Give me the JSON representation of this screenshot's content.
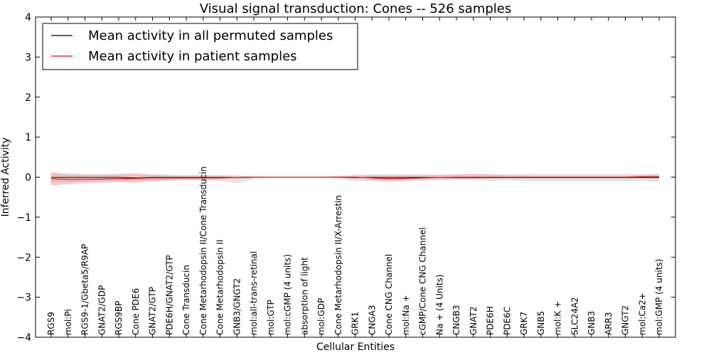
{
  "chart_data": {
    "type": "line",
    "title": "Visual signal transduction: Cones -- 526 samples",
    "xlabel": "Cellular Entities",
    "ylabel": "Inferred Activity",
    "ylim": [
      -4,
      4
    ],
    "yticks": [
      -4,
      -3,
      -2,
      -1,
      0,
      1,
      2,
      3,
      4
    ],
    "grid": false,
    "legend": "top-left",
    "categories": [
      "RGS9",
      "mol:Pi",
      "RGS9-1/Gbeta5/R9AP",
      "GNAT2/GDP",
      "RGS9BP",
      "Cone PDE6",
      "GNAT2/GTP",
      "PDE6H/GNAT2/GTP",
      "Cone Transducin",
      "Cone Metarhodopsin II/Cone Transducin",
      "Cone Metarhodopsin II",
      "GNB3/GNGT2",
      "mol:all-trans-retinal",
      "mol:GTP",
      "mol:cGMP (4 units)",
      "absorption of light",
      "mol:GDP",
      "Cone Metarhodopsin II/X-Arrestin",
      "GRK1",
      "CNGA3",
      "Cone CNG Channel",
      "mol:Na +",
      "cGMP/Cone CNG Channel",
      "Na + (4 Units)",
      "CNGB3",
      "GNAT2",
      "PDE6H",
      "PDE6C",
      "GRK7",
      "GNB5",
      "mol:K +",
      "SLC24A2",
      "GNB3",
      "ARR3",
      "GNGT2",
      "mol:Ca2+",
      "mol:GMP (4 units)"
    ],
    "series": [
      {
        "name": "Mean activity in all permuted samples",
        "color": "#000000",
        "band_color": "#cccccc",
        "values": [
          -0.01,
          -0.01,
          -0.01,
          -0.01,
          -0.01,
          -0.02,
          -0.01,
          -0.01,
          -0.01,
          -0.01,
          -0.01,
          -0.01,
          0.0,
          0.0,
          0.0,
          0.0,
          0.0,
          0.0,
          -0.01,
          -0.01,
          -0.01,
          -0.01,
          -0.01,
          -0.01,
          -0.01,
          -0.01,
          -0.01,
          -0.01,
          -0.01,
          -0.01,
          -0.01,
          -0.01,
          -0.01,
          -0.01,
          -0.01,
          -0.01,
          -0.01
        ],
        "lower": [
          -0.15,
          -0.13,
          -0.12,
          -0.12,
          -0.12,
          -0.15,
          -0.1,
          -0.08,
          -0.08,
          -0.08,
          -0.09,
          -0.15,
          -0.06,
          -0.03,
          -0.03,
          -0.03,
          -0.03,
          -0.05,
          -0.1,
          -0.1,
          -0.12,
          -0.09,
          -0.09,
          -0.08,
          -0.08,
          -0.08,
          -0.1,
          -0.08,
          -0.1,
          -0.1,
          -0.1,
          -0.1,
          -0.1,
          -0.1,
          -0.1,
          -0.1,
          -0.12
        ],
        "upper": [
          0.1,
          0.09,
          0.08,
          0.08,
          0.08,
          0.1,
          0.07,
          0.05,
          0.05,
          0.05,
          0.06,
          0.05,
          0.03,
          0.02,
          0.02,
          0.02,
          0.02,
          0.04,
          0.06,
          0.06,
          0.08,
          0.07,
          0.07,
          0.06,
          0.06,
          0.07,
          0.07,
          0.06,
          0.08,
          0.08,
          0.08,
          0.08,
          0.08,
          0.08,
          0.08,
          0.08,
          0.09
        ]
      },
      {
        "name": "Mean activity in patient samples",
        "color": "#ff0000",
        "band_color": "#f4a6a6",
        "values": [
          -0.04,
          -0.06,
          -0.06,
          -0.05,
          -0.04,
          -0.03,
          -0.02,
          -0.02,
          -0.02,
          -0.02,
          -0.02,
          -0.01,
          0.0,
          0.0,
          0.0,
          0.0,
          0.0,
          0.0,
          0.0,
          -0.02,
          -0.04,
          -0.03,
          -0.02,
          -0.01,
          0.0,
          0.0,
          0.0,
          0.0,
          0.0,
          0.0,
          0.0,
          0.0,
          0.0,
          0.0,
          0.0,
          0.01,
          0.01
        ],
        "lower": [
          -0.22,
          -0.17,
          -0.15,
          -0.13,
          -0.12,
          -0.1,
          -0.09,
          -0.08,
          -0.06,
          -0.05,
          -0.05,
          -0.04,
          -0.02,
          -0.01,
          -0.01,
          -0.01,
          -0.01,
          -0.02,
          -0.03,
          -0.07,
          -0.09,
          -0.07,
          -0.06,
          -0.05,
          -0.04,
          -0.04,
          -0.03,
          -0.02,
          -0.02,
          -0.02,
          -0.02,
          -0.02,
          -0.02,
          -0.02,
          -0.02,
          -0.02,
          -0.02
        ],
        "upper": [
          0.13,
          0.07,
          0.06,
          0.06,
          0.07,
          0.08,
          0.06,
          0.05,
          0.04,
          0.04,
          0.03,
          0.02,
          0.01,
          0.01,
          0.01,
          0.01,
          0.01,
          0.02,
          0.04,
          0.05,
          0.05,
          0.04,
          0.05,
          0.06,
          0.07,
          0.08,
          0.07,
          0.05,
          0.04,
          0.03,
          0.03,
          0.03,
          0.03,
          0.03,
          0.03,
          0.05,
          0.06
        ]
      }
    ]
  }
}
